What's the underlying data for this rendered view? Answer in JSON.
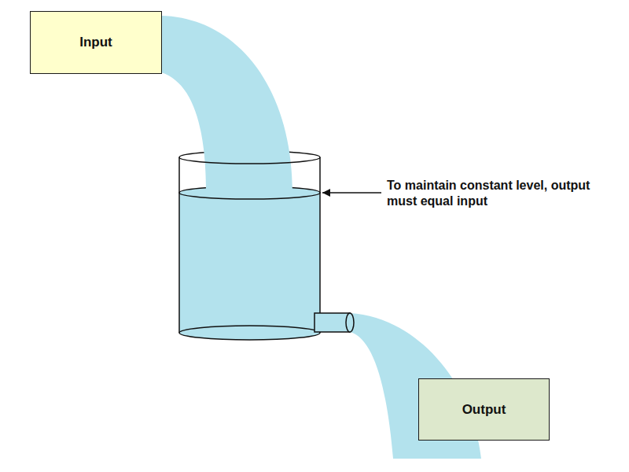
{
  "diagram": {
    "nodes": [
      {
        "text": [
          "Input"
        ]
      },
      {
        "text": [
          "Output"
        ]
      }
    ],
    "labels": [
      "To maintain constant level, output must equal input"
    ]
  }
}
